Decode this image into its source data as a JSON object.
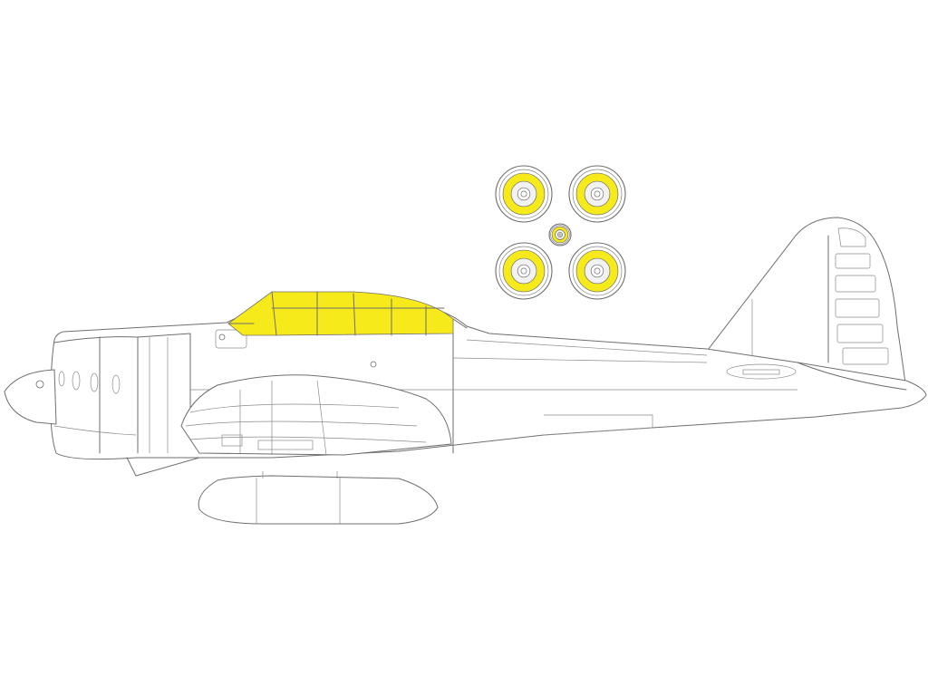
{
  "diagram": {
    "subject": "aircraft-side-profile-with-canopy-and-wheel-masks",
    "colors": {
      "background": "#ffffff",
      "outline": "#6e6e6e",
      "mask_fill": "#f7ea1a",
      "tyre_ring": "#ffffff",
      "wheel_hub_light": "#f2f2f2"
    },
    "wheel_masks": {
      "count": 5,
      "types": [
        "main-wheel",
        "main-wheel",
        "tail-wheel",
        "main-wheel",
        "main-wheel"
      ]
    },
    "canopy_mask": {
      "panel_count": 11
    }
  }
}
